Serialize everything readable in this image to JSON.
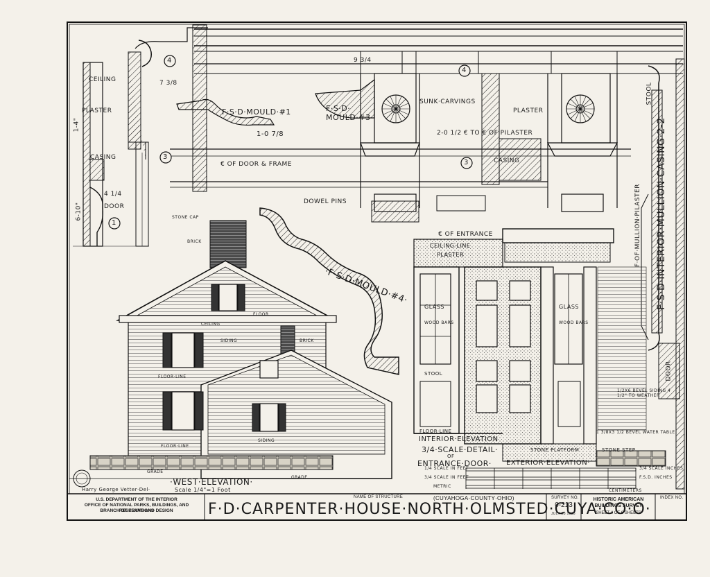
{
  "sheet": {
    "structure_name": "F·D·CARPENTER·HOUSE·NORTH·OLMSTED·CUYA·CO·O·",
    "county_note": "(CUYAHOGA·COUNTY·OHIO)",
    "name_of_structure_label": "NAME OF STRUCTURE",
    "agency_line1": "U.S. DEPARTMENT OF THE INTERIOR",
    "agency_line2": "OFFICE OF NATIONAL PARKS, BUILDINGS, AND RESERVATIONS",
    "agency_line3": "BRANCH OF PLANS AND DESIGN",
    "survey_no_label": "SURVEY NO.",
    "survey_no": "0-213",
    "survey_date": "JULY 23 1935",
    "habs_line1": "HISTORIC AMERICAN",
    "habs_line2": "BUILDINGS SURVEY",
    "sheet_number": "SHEET 4 OF 6 SHEETS",
    "index_no_label": "INDEX NO.",
    "delineator": "Harry George Vetter·Del·"
  },
  "drawings": {
    "west_elevation_title": "·WEST·ELEVATION·",
    "west_elevation_scale": "Scale 1/4\"=1 Foot",
    "entrance_detail_title1": "INTERIOR·ELEVATION",
    "entrance_detail_title2": "3/4·SCALE·DETAIL·",
    "entrance_detail_title3": "OF",
    "entrance_detail_title4": "ENTRANCE·DOOR·",
    "exterior_elevation": "EXTERIOR·ELEVATION·",
    "mould4": "·F·S·D·MOULD·#4·",
    "mould1": "F·S·D·MOULD·#1",
    "mould3": "F·S·D· MOULD·#3",
    "mullion_casing": "F·S·D·INTERIOR·MULLION·CASING·2-2",
    "mullion_pilaster": "F·OF·MULLION·PILASTER",
    "sunk_carvings": "SUNK·CARVINGS",
    "plaster": "PLASTER",
    "ceiling": "CEILING",
    "casing": "CASING",
    "door": "DOOR",
    "stool": "STOOL",
    "dowel_pins": "DOWEL PINS",
    "door_frame": "€ OF DOOR & FRAME",
    "entrance_center": "€ OF ENTRANCE",
    "ceiling_line": "CEILING·LINE",
    "glass": "GLASS",
    "wood_bars": "WOOD BARS",
    "floor_line": "FLOOR·LINE",
    "siding": "SIDING",
    "brick": "BRICK",
    "stone_cap": "STONE CAP",
    "grade": "GRADE",
    "floor": "FLOOR",
    "stone_platform": "STONE PLATFORM",
    "stone_step": "STONE STEP",
    "bevel_siding": "1/2x6 BEVEL SIDING 4 1/2\" TO WEATHER",
    "water_table": "1 3/8x3 1/2 BEVEL WATER TABLE",
    "pilaster_dim": "2-0 1/2 € TO € OF PILASTER",
    "dim_1": "1-0 7/8",
    "dim_2": "7 3/8",
    "dim_3": "4 1/4",
    "dim_4": "9 3/4",
    "dim_5": "1-4\"",
    "dim_6": "6-10\"",
    "scale_feet_1": "1/4 SCALE IN FEET",
    "scale_feet_2": "3/4 SCALE IN FEET",
    "metric": "METRIC",
    "centimeters": "CENTIMETERS",
    "scale_inches": "3/4 SCALE INCHES",
    "fsd_inches": "F.S.D. INCHES",
    "callouts": [
      "1",
      "3",
      "4"
    ]
  }
}
